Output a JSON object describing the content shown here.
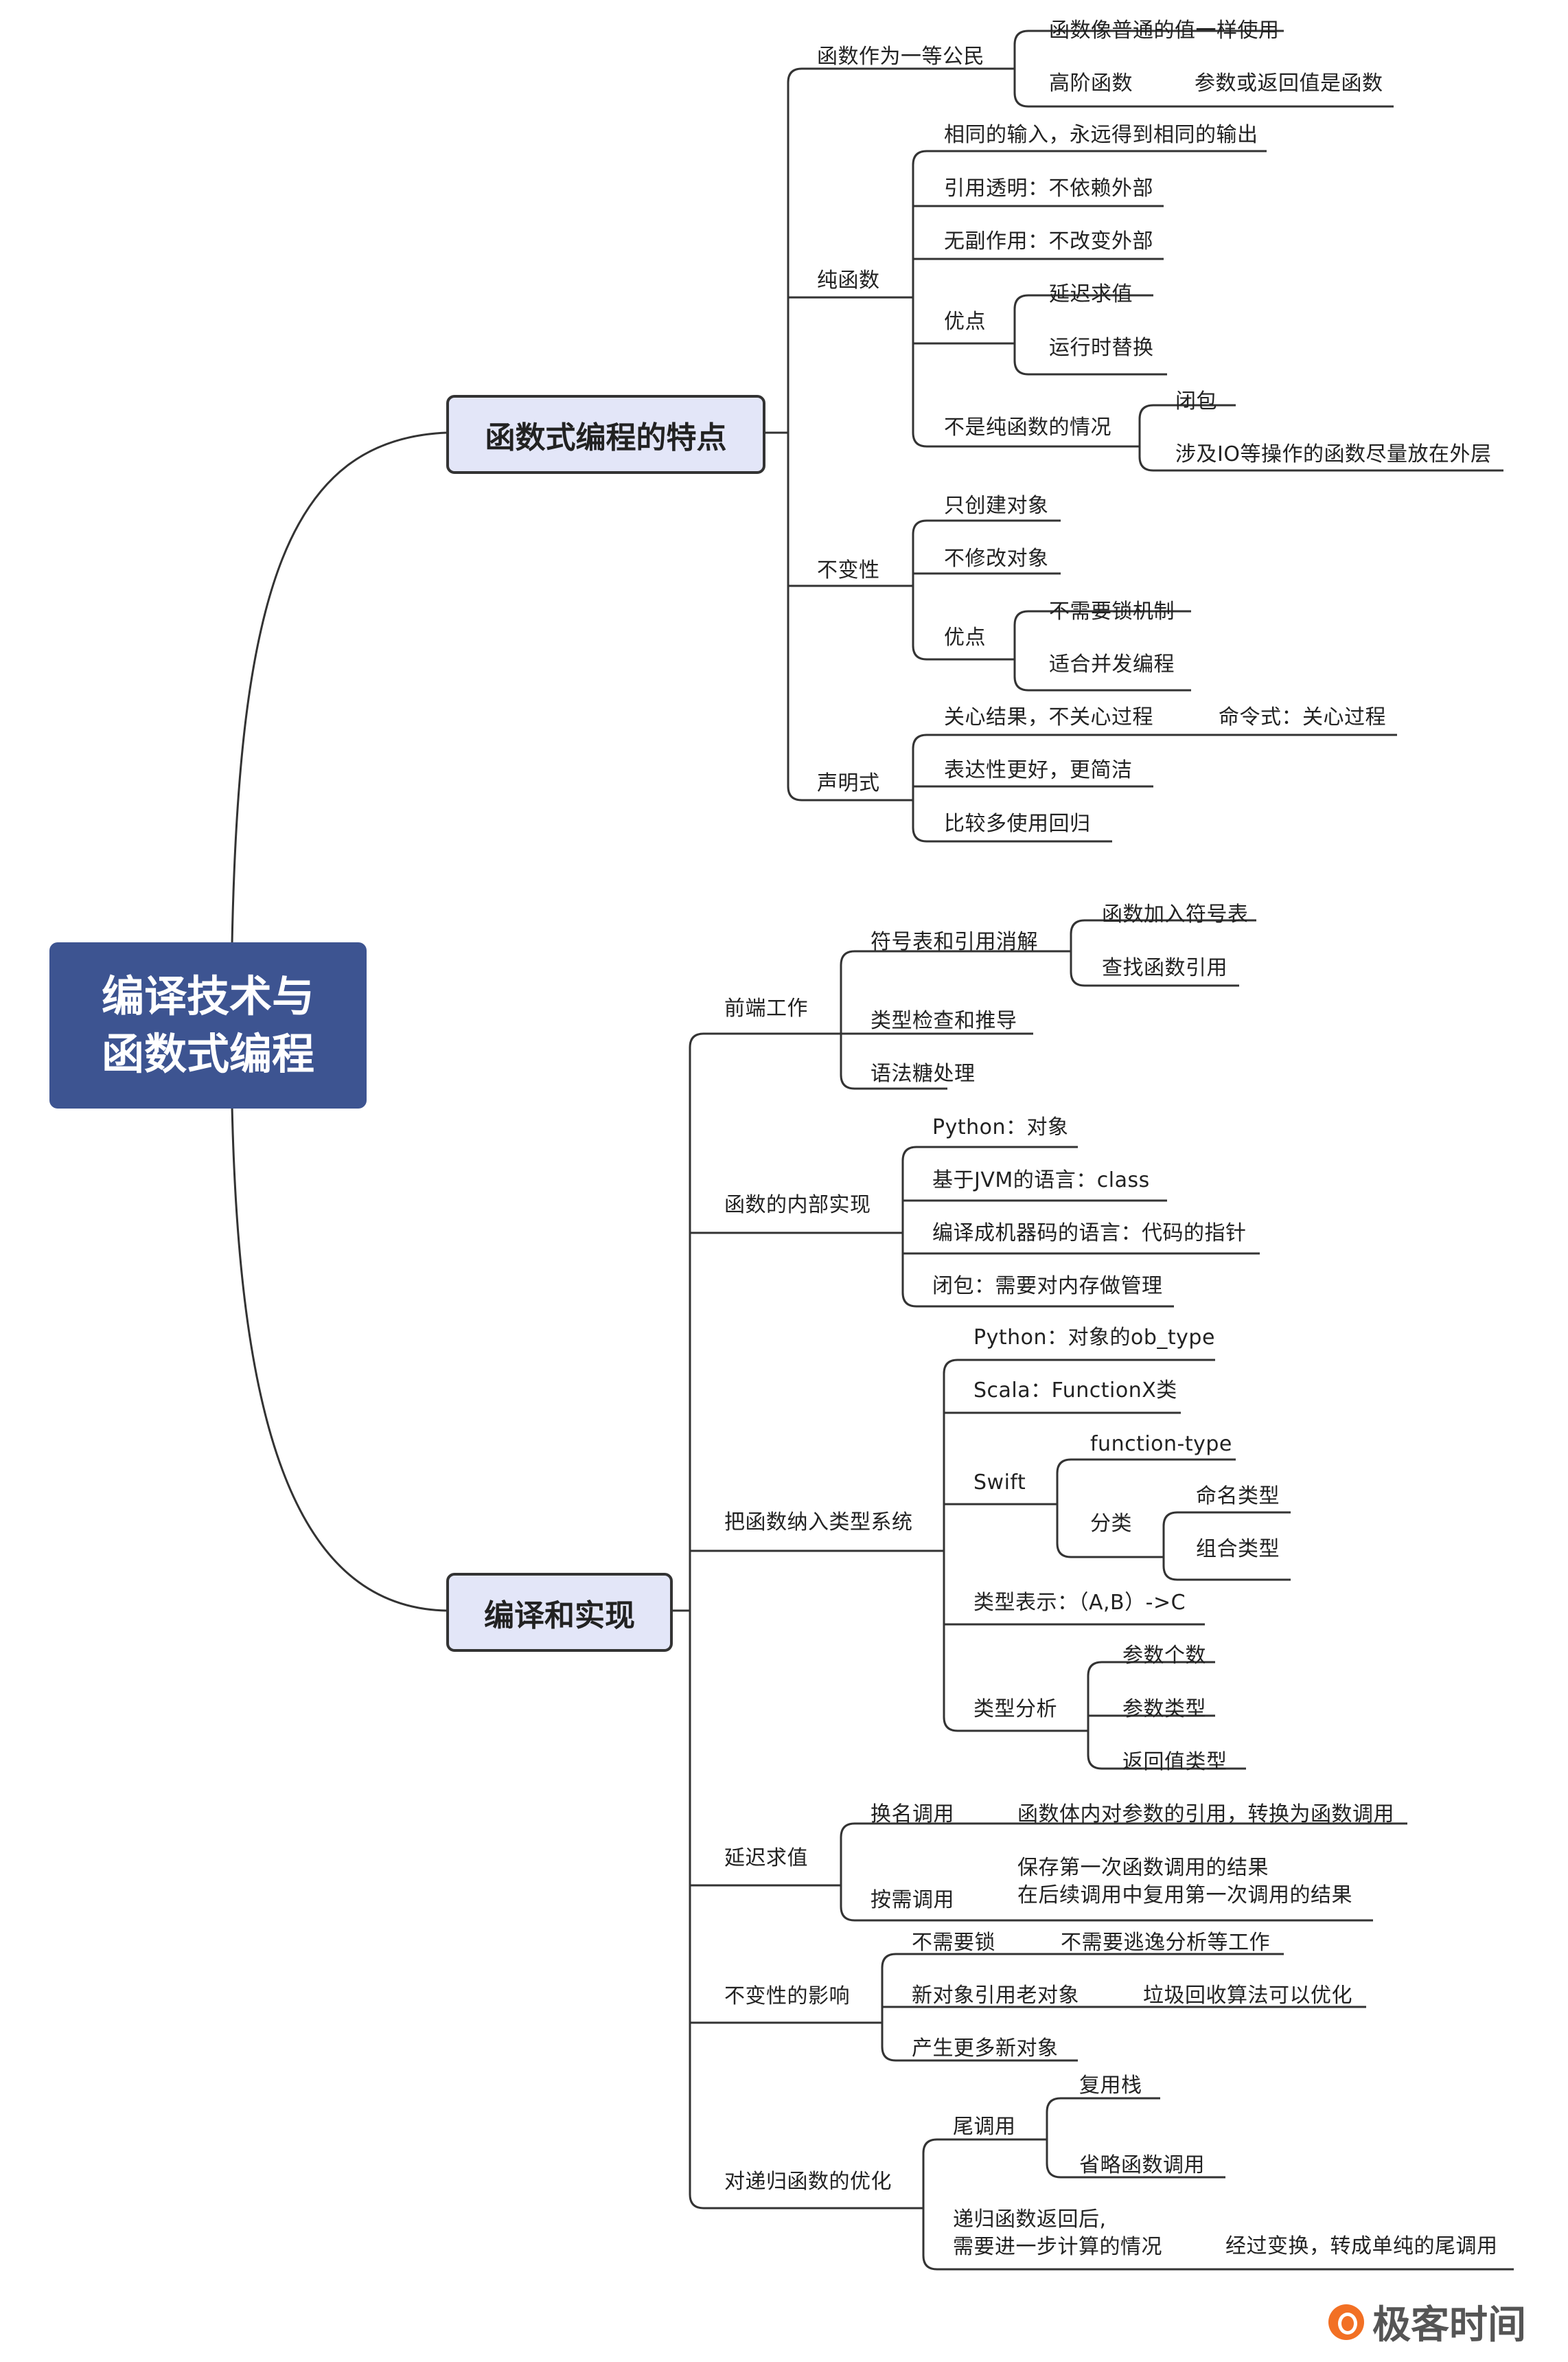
{
  "root": {
    "line1": "编译技术与",
    "line2": "函数式编程"
  },
  "branch_features": {
    "title": "函数式编程的特点",
    "first_class": {
      "label": "函数作为一等公民",
      "item1": "函数像普通的值一样使用",
      "item2": "高阶函数",
      "item2_note": "参数或返回值是函数"
    },
    "pure": {
      "label": "纯函数",
      "same_io": "相同的输入，永远得到相同的输出",
      "ref_transparent": "引用透明：不依赖外部",
      "no_side_effect": "无副作用：不改变外部",
      "advantages": {
        "label": "优点",
        "item1": "延迟求值",
        "item2": "运行时替换"
      },
      "impure": {
        "label": "不是纯函数的情况",
        "item1": "闭包",
        "item2": "涉及IO等操作的函数尽量放在外层"
      }
    },
    "immutable": {
      "label": "不变性",
      "create_only": "只创建对象",
      "no_modify": "不修改对象",
      "advantages": {
        "label": "优点",
        "item1": "不需要锁机制",
        "item2": "适合并发编程"
      }
    },
    "declarative": {
      "label": "声明式",
      "result_focus": "关心结果，不关心过程",
      "imperative": "命令式：关心过程",
      "expressive": "表达性更好，更简洁",
      "recursion": "比较多使用回归"
    }
  },
  "branch_impl": {
    "title": "编译和实现",
    "frontend": {
      "label": "前端工作",
      "symbol": {
        "label": "符号表和引用消解",
        "item1": "函数加入符号表",
        "item2": "查找函数引用"
      },
      "type_check": "类型检查和推导",
      "sugar": "语法糖处理"
    },
    "internal": {
      "label": "函数的内部实现",
      "python": "Python：对象",
      "jvm": "基于JVM的语言：class",
      "machine": "编译成机器码的语言：代码的指针",
      "closure": "闭包：需要对内存做管理"
    },
    "type_system": {
      "label": "把函数纳入类型系统",
      "python": "Python：对象的ob_type",
      "scala": "Scala：FunctionX类",
      "swift": {
        "label": "Swift",
        "function_type": "function-type",
        "classify": {
          "label": "分类",
          "item1": "命名类型",
          "item2": "组合类型"
        }
      },
      "notation": "类型表示：（A,B）->C",
      "analysis": {
        "label": "类型分析",
        "item1": "参数个数",
        "item2": "参数类型",
        "item3": "返回值类型"
      }
    },
    "lazy": {
      "label": "延迟求值",
      "by_name": {
        "label": "换名调用",
        "note": "函数体内对参数的引用，转换为函数调用"
      },
      "by_need": {
        "label": "按需调用",
        "note1": "保存第一次函数调用的结果",
        "note2": "在后续调用中复用第一次调用的结果"
      }
    },
    "immut_impact": {
      "label": "不变性的影响",
      "no_lock": {
        "label": "不需要锁",
        "note": "不需要逃逸分析等工作"
      },
      "new_ref_old": {
        "label": "新对象引用老对象",
        "note": "垃圾回收算法可以优化"
      },
      "more_objects": "产生更多新对象"
    },
    "recursion": {
      "label": "对递归函数的优化",
      "tail": {
        "label": "尾调用",
        "item1": "复用栈",
        "item2": "省略函数调用"
      },
      "after_return": {
        "line1": "递归函数返回后,",
        "line2": "需要进一步计算的情况",
        "note": "经过变换，转成单纯的尾调用"
      }
    }
  },
  "logo": {
    "text": "极客时间"
  }
}
